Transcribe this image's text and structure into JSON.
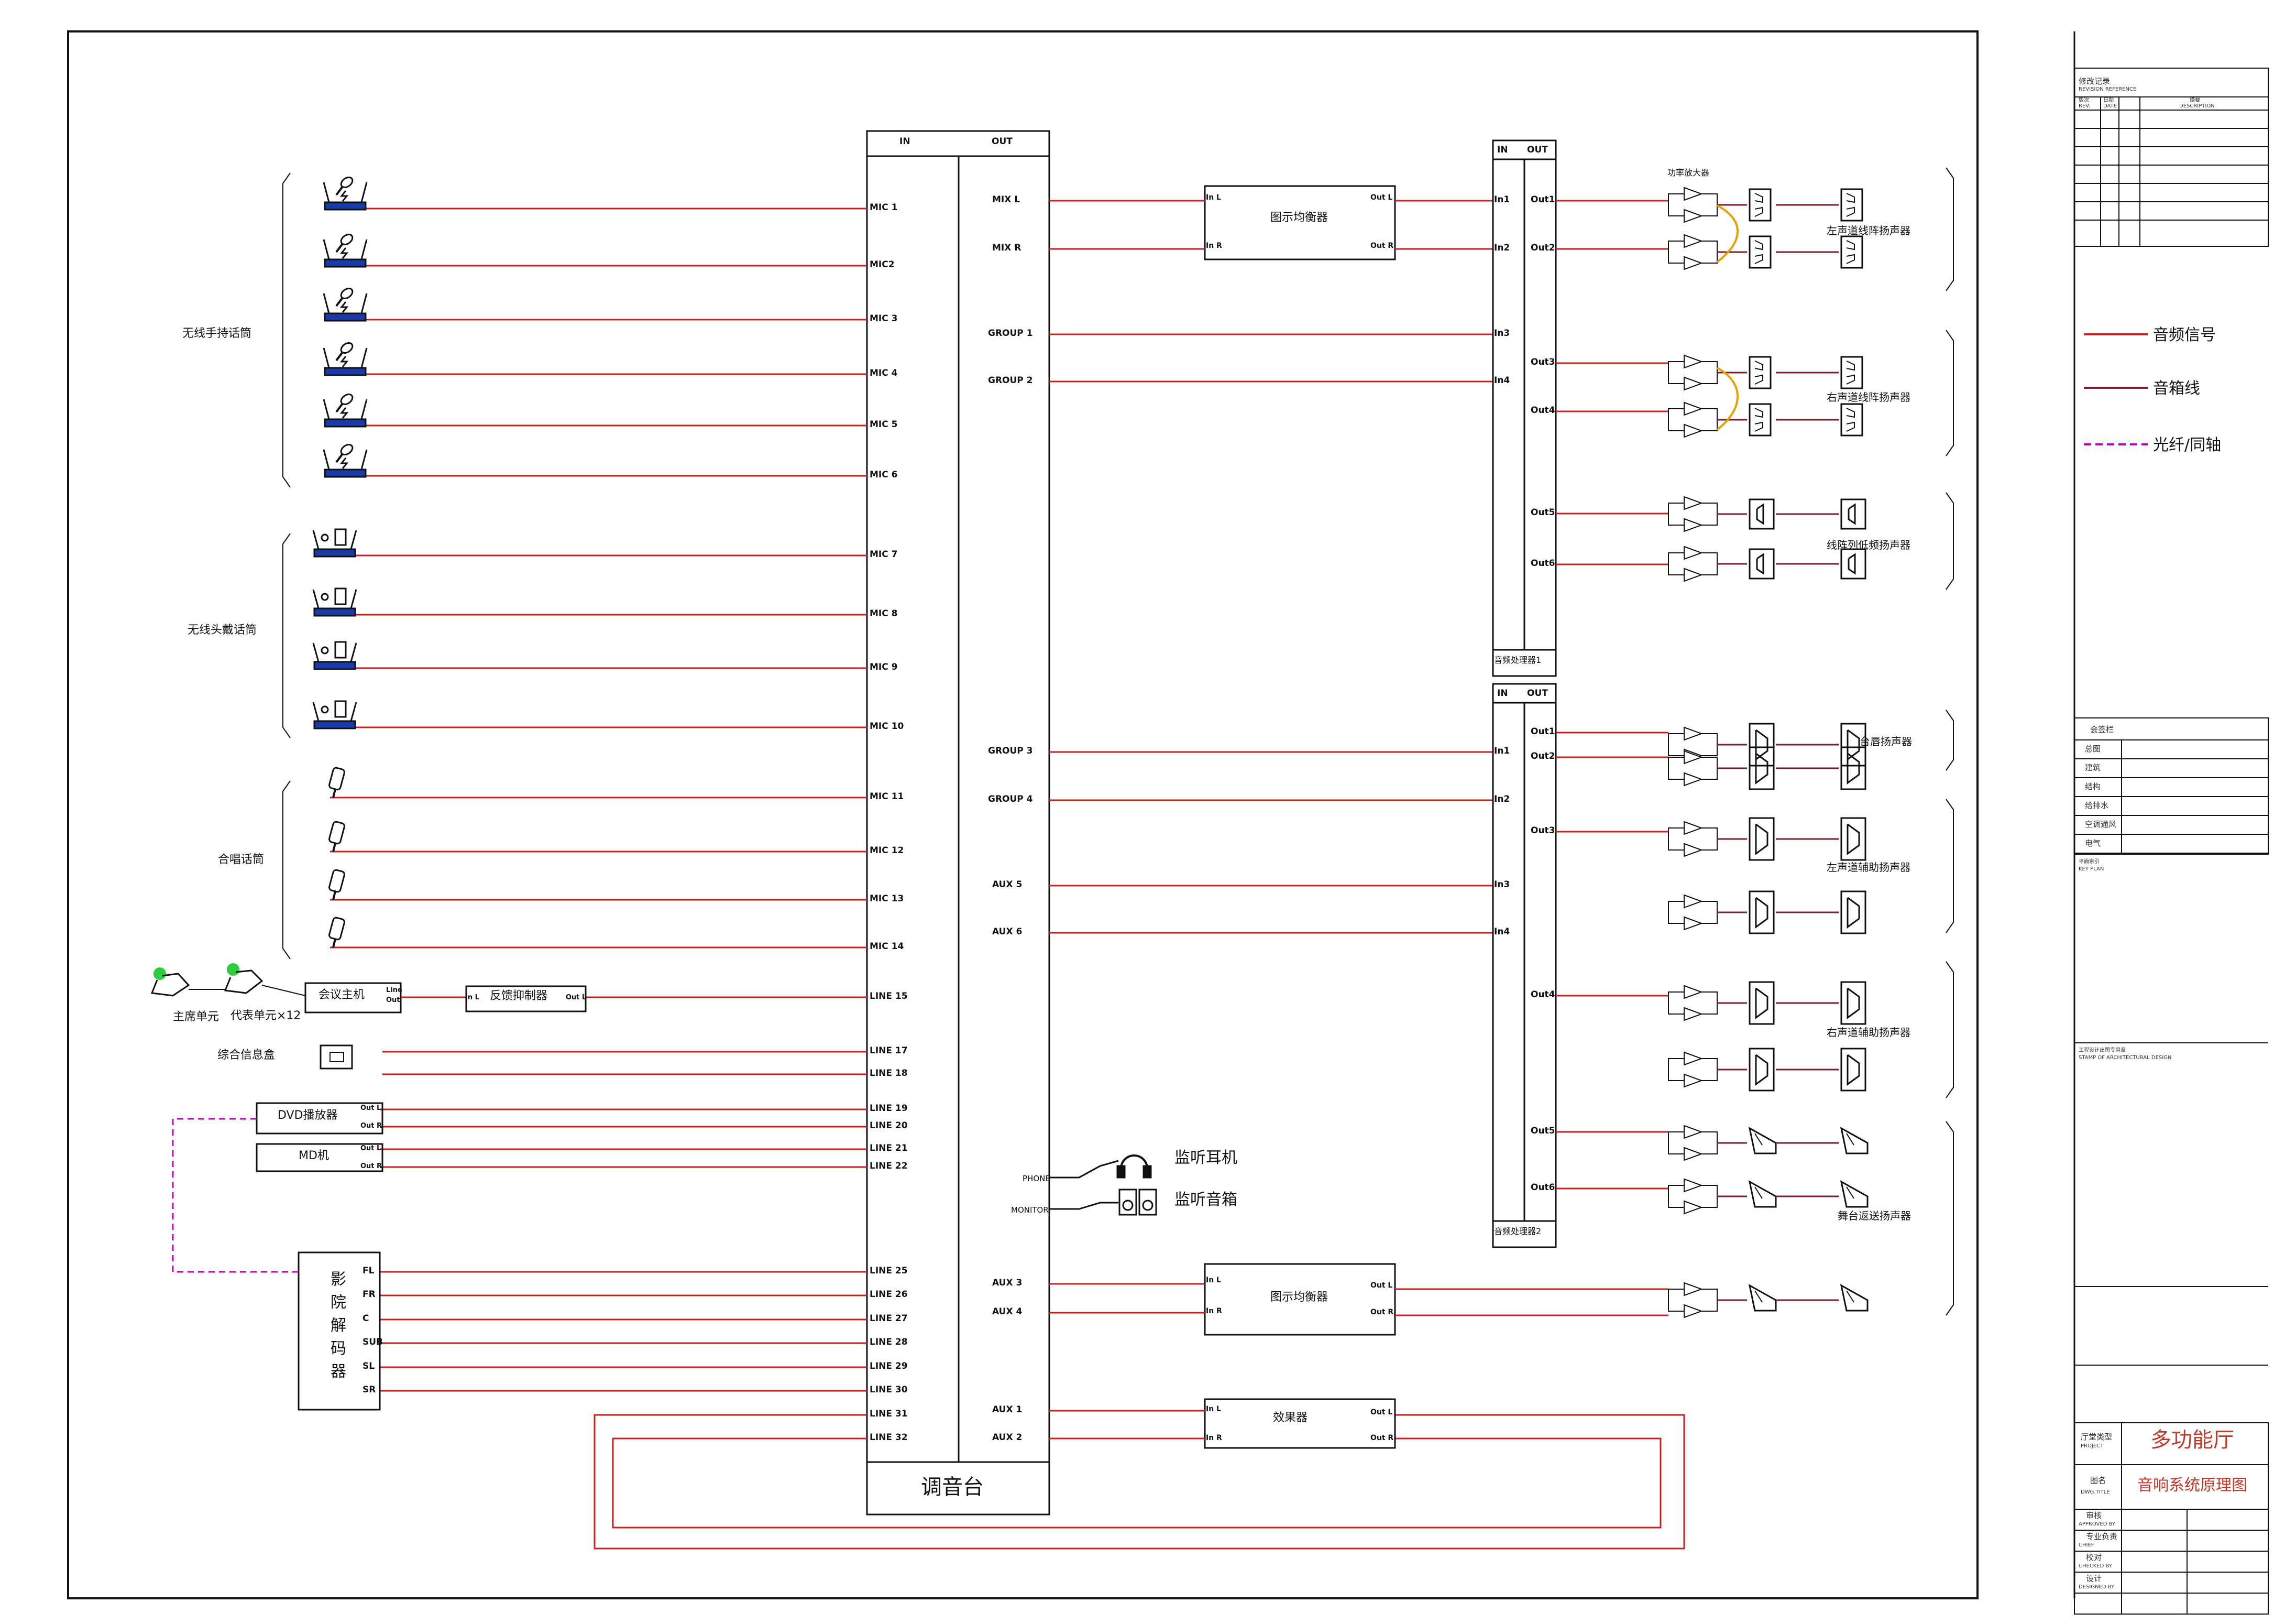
{
  "console": {
    "in_label": "IN",
    "out_label": "OUT",
    "title": "调音台"
  },
  "inputs": [
    "MIC 1",
    "MIC2",
    "MIC 3",
    "MIC 4",
    "MIC 5",
    "MIC 6",
    "MIC 7",
    "MIC 8",
    "MIC 9",
    "MIC 10",
    "MIC 11",
    "MIC 12",
    "MIC 13",
    "MIC 14",
    "LINE 15",
    "LINE 17",
    "LINE 18",
    "LINE 19",
    "LINE 20",
    "LINE 21",
    "LINE 22",
    "LINE 25",
    "LINE 26",
    "LINE 27",
    "LINE 28",
    "LINE 29",
    "LINE 30",
    "LINE 31",
    "LINE 32"
  ],
  "outputs": [
    "MIX L",
    "MIX R",
    "GROUP 1",
    "GROUP 2",
    "GROUP 3",
    "GROUP 4",
    "AUX 5",
    "AUX 6",
    "AUX 3",
    "AUX 4",
    "AUX 1",
    "AUX 2",
    "PHONE",
    "MONITOR"
  ],
  "sources": {
    "wireless_handheld": "无线手持话筒",
    "wireless_headset": "无线头戴话筒",
    "choir_mic": "合唱话筒",
    "conference_host": "会议主机",
    "host_line": "Line",
    "host_out": "Out",
    "feedback": "反馈抑制器",
    "feedback_in": "In L",
    "feedback_out": "Out L",
    "chair_unit": "主席单元",
    "delegate_unit": "代表单元×12",
    "info_box": "综合信息盒",
    "dvd": "DVD播放器",
    "md": "MD机",
    "decoder": "影院解码器",
    "out_l": "Out L",
    "out_r": "Out R",
    "decoder_ch": [
      "FL",
      "FR",
      "C",
      "SUB",
      "SL",
      "SR"
    ]
  },
  "devices": {
    "eq": "图示均衡器",
    "fx": "效果器",
    "in_l": "In L",
    "in_r": "In R",
    "out_l": "Out L",
    "out_r": "Out R",
    "proc1": "音频处理器1",
    "proc2": "音频处理器2",
    "proc_in": "IN",
    "proc_out": "OUT",
    "proc_in_ports": [
      "In1",
      "In2",
      "In3",
      "In4"
    ],
    "proc_out_ports": [
      "Out1",
      "Out2",
      "Out3",
      "Out4",
      "Out5",
      "Out6"
    ],
    "amp": "功率放大器",
    "headphone": "监听耳机",
    "monitor_spk": "监听音箱"
  },
  "speaker_groups": [
    "左声道线阵扬声器",
    "右声道线阵扬声器",
    "线阵列低频扬声器",
    "台唇扬声器",
    "左声道辅助扬声器",
    "右声道辅助扬声器",
    "舞台返送扬声器"
  ],
  "legend": {
    "audio": "音频信号",
    "speaker": "音箱线",
    "fiber": "光纤/同轴"
  },
  "title_block": {
    "revision_title": "修改记录",
    "revision_sub": "REVISION REFERENCE",
    "rev_cols": [
      "版次",
      "日期",
      "摘要"
    ],
    "rev_cols_en": [
      "REV.",
      "DATE",
      "DESCRIPTION"
    ],
    "sign_title": "会签栏",
    "sign_rows": [
      "总图",
      "建筑",
      "结构",
      "给排水",
      "空调通风",
      "电气"
    ],
    "key_plan": "平面索引",
    "key_plan_en": "KEY PLAN",
    "stamp": "工程设计出图专用章",
    "stamp_en": "STAMP OF ARCHITECTURAL DESIGN",
    "project_label": "厅堂类型",
    "project_label_en": "PROJECT",
    "project": "多功能厅",
    "drawing_label": "图名",
    "drawing_label_en": "DWG.TITLE",
    "drawing": "音响系统原理图",
    "sign_roles": [
      "审核",
      "专业负责",
      "校对",
      "设计"
    ],
    "sign_roles_en": [
      "APPROVED BY",
      "CHIEF",
      "CHECKED BY",
      "DESIGNED BY"
    ]
  },
  "colors": {
    "signal": "#cc1f1f",
    "speaker_line": "#7a1f2e",
    "fiber": "#c000c0",
    "frame": "#111111"
  }
}
